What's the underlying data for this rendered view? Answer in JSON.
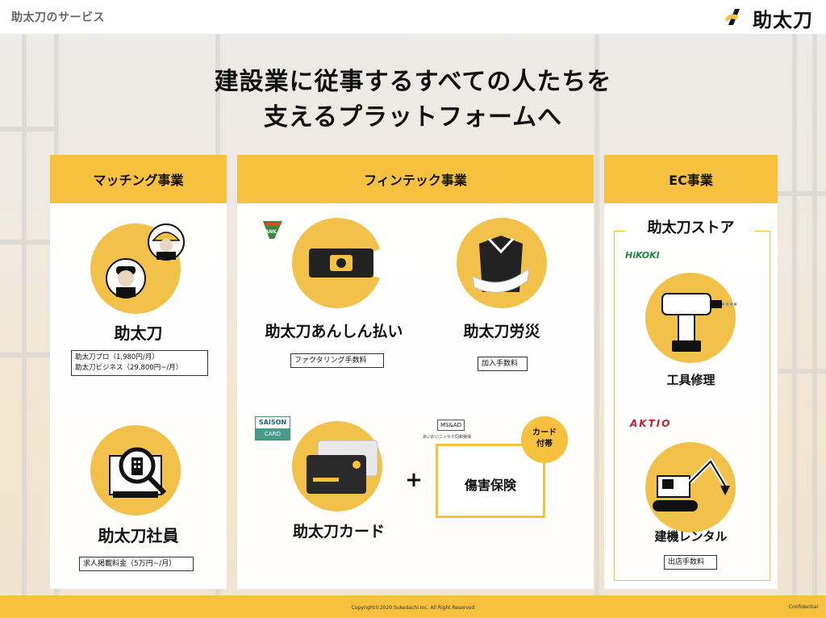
{
  "header": {
    "title": "助太刀のサービス",
    "logo_text": "助太刀"
  },
  "headline": {
    "line1": "建設業に従事するすべての人たちを",
    "line2": "支えるプラットフォームへ"
  },
  "matching": {
    "title": "マッチング事業",
    "service1": {
      "name": "助太刀",
      "plans": [
        "助太刀プロ（1,980円/月）",
        "助太刀ビジネス（29,800円~/月）"
      ]
    },
    "service2": {
      "name": "助太刀社員",
      "fee": "求人掲載料金（5万円~/月）"
    }
  },
  "fintech": {
    "title": "フィンテック事業",
    "bank_logo": "BANK",
    "pay": {
      "name": "助太刀あんしん払い",
      "fee": "ファクタリング手数料"
    },
    "rousai": {
      "name": "助太刀労災",
      "fee": "加入手数料"
    },
    "card_logo_top": "SAISON",
    "card_logo_bottom": "CARD",
    "card": {
      "name": "助太刀カード"
    },
    "plus": "+",
    "insurer_logo": "MS&AD",
    "insurer_name": "あいおいニッセイ同和損保",
    "insurance": {
      "name": "傷害保険"
    },
    "badge_line1": "カード",
    "badge_line2": "付帯"
  },
  "ec": {
    "title": "EC事業",
    "store": "助太刀ストア",
    "hikoki": "HiKOKI",
    "tool": "工具修理",
    "aktio": "AKTIO",
    "rental": "建機レンタル",
    "fee": "出店手数料"
  },
  "footer": {
    "copyright": "Copyright©2020 Sukedachi Inc. All Right Reserved",
    "confidential": "Confidential"
  },
  "colors": {
    "accent": "#f5c13e",
    "circle": "#f2c14a",
    "dark": "#111111"
  }
}
